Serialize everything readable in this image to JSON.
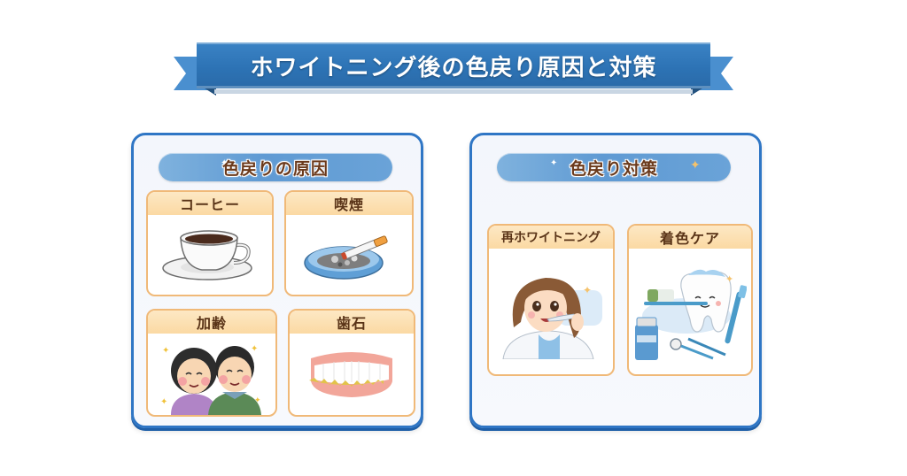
{
  "title": "ホワイトニング後の色戻り原因と対策",
  "colors": {
    "ribbon_blue": "#2d73b5",
    "panel_border": "#2f76c5",
    "card_border": "#f0b978",
    "card_header": "#fbd9a3",
    "header_text": "#5a3418"
  },
  "causes": {
    "heading": "色戻りの原因",
    "items": [
      {
        "label": "コーヒー",
        "icon": "coffee-cup-icon"
      },
      {
        "label": "喫煙",
        "icon": "ashtray-cigarette-icon"
      },
      {
        "label": "加齢",
        "icon": "elderly-couple-icon"
      },
      {
        "label": "歯石",
        "icon": "dentures-tartar-icon"
      }
    ]
  },
  "countermeasures": {
    "heading": "色戻り対策",
    "items": [
      {
        "label": "再ホワイトニング",
        "icon": "woman-whitening-icon"
      },
      {
        "label": "着色ケア",
        "icon": "tooth-care-tools-icon"
      }
    ]
  }
}
